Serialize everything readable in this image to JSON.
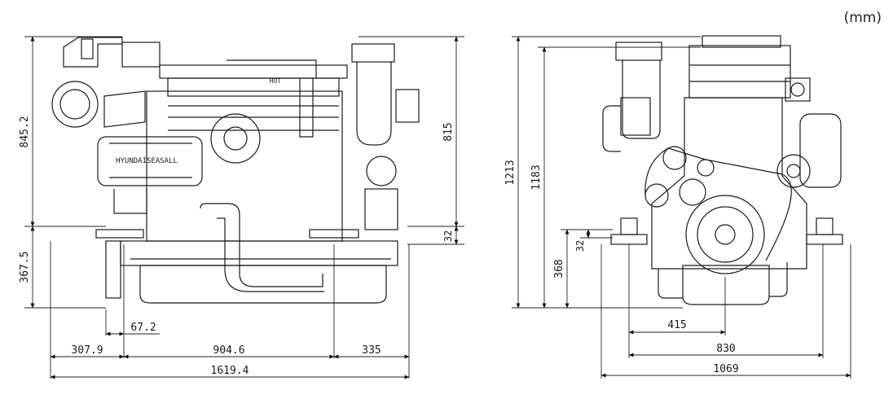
{
  "unit": "(mm)",
  "side_view": {
    "total_height": "845.2",
    "upper_height": "815",
    "lower_height": "367.5",
    "mount_offset": "32",
    "mount_inset": "67.2",
    "seg_front": "307.9",
    "seg_middle": "904.6",
    "seg_rear": "335",
    "total_length": "1619.4",
    "brand_text": "HYUNDAISEASALL",
    "hot_label": "HOT"
  },
  "front_view": {
    "total_height": "1213",
    "upper_height": "1183",
    "lower_height": "368",
    "mount_offset": "32",
    "half_width": "415",
    "mount_width": "830",
    "total_width": "1069"
  }
}
